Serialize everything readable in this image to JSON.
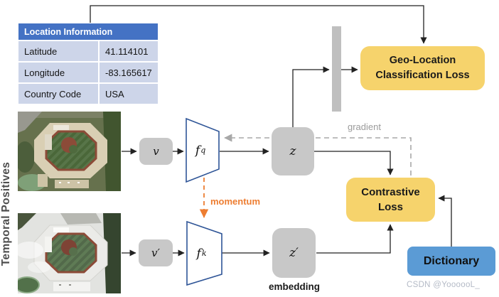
{
  "colors": {
    "loss_yellow": "#F6D36C",
    "dictionary_blue": "#5B9BD5",
    "table_header_blue": "#4472C4",
    "table_row_blue": "#CDD5E9",
    "node_gray": "#C8C8C8",
    "bar_gray": "#BFBFBF",
    "encoder_outline_blue": "#2F5597",
    "momentum_orange": "#ED7D31",
    "gradient_gray": "#A8A8A8"
  },
  "table": {
    "header": "Location Information",
    "rows": [
      {
        "label": "Latitude",
        "value": "41.114101"
      },
      {
        "label": "Longitude",
        "value": "-83.165617"
      },
      {
        "label": "Country Code",
        "value": "USA"
      }
    ]
  },
  "side_label": "Temporal Positives",
  "nodes": {
    "v": "v",
    "v_prime": "v′",
    "z": "z",
    "z_prime": "z′",
    "f_q": {
      "base": "f",
      "sub": "q"
    },
    "f_k": {
      "base": "f",
      "sub": "k"
    }
  },
  "loss_boxes": {
    "geo": {
      "line1": "Geo-Location",
      "line2": "Classification Loss"
    },
    "contrastive": {
      "line1": "Contrastive",
      "line2": "Loss"
    }
  },
  "dictionary_label": "Dictionary",
  "annotations": {
    "gradient": "gradient",
    "momentum": "momentum",
    "embedding": "embedding"
  },
  "watermark": "CSDN @YoooooL_"
}
